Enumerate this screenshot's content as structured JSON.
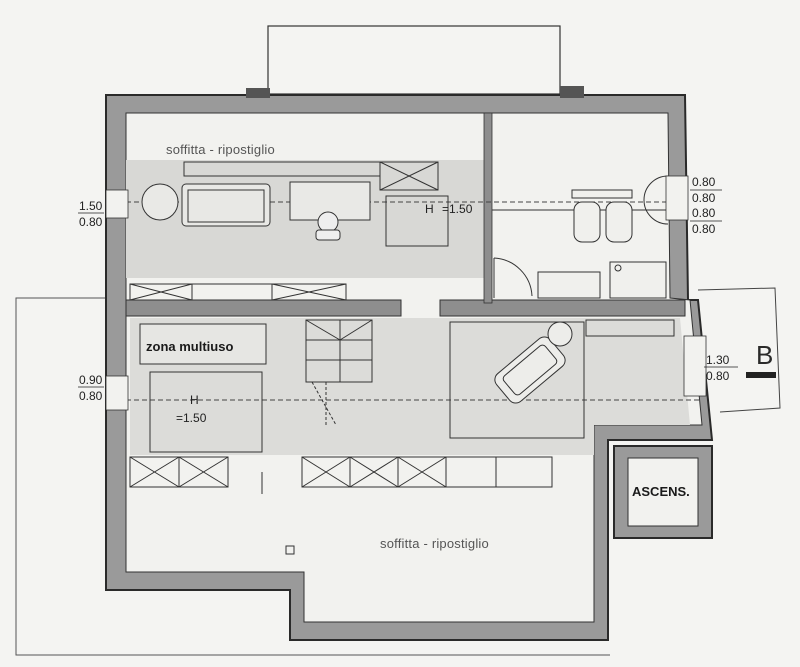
{
  "labels": {
    "attic_top": "soffitta - ripostiglio",
    "attic_bottom": "soffitta - ripostiglio",
    "multi_zone": "zona multiuso",
    "elevator": "ASCENS.",
    "height_top_h": "H",
    "height_top_v": "=1.50",
    "height_left_h": "H",
    "height_left_v": "=1.50",
    "section_marker": "B"
  },
  "openings": {
    "left_top": {
      "w": "1.50",
      "h": "0.80"
    },
    "left_mid": {
      "w": "0.90",
      "h": "0.80"
    },
    "right_a": {
      "w": "0.80",
      "h": "0.80"
    },
    "right_b": {
      "w": "0.80",
      "h": "0.80"
    },
    "right_mid": {
      "w": "1.30",
      "h": "0.80"
    }
  },
  "colors": {
    "wall": "#3a3a3a",
    "wall_fill": "#8e8e8e",
    "floor_shade": "#d9d9d6",
    "line": "#2a2a2a"
  }
}
